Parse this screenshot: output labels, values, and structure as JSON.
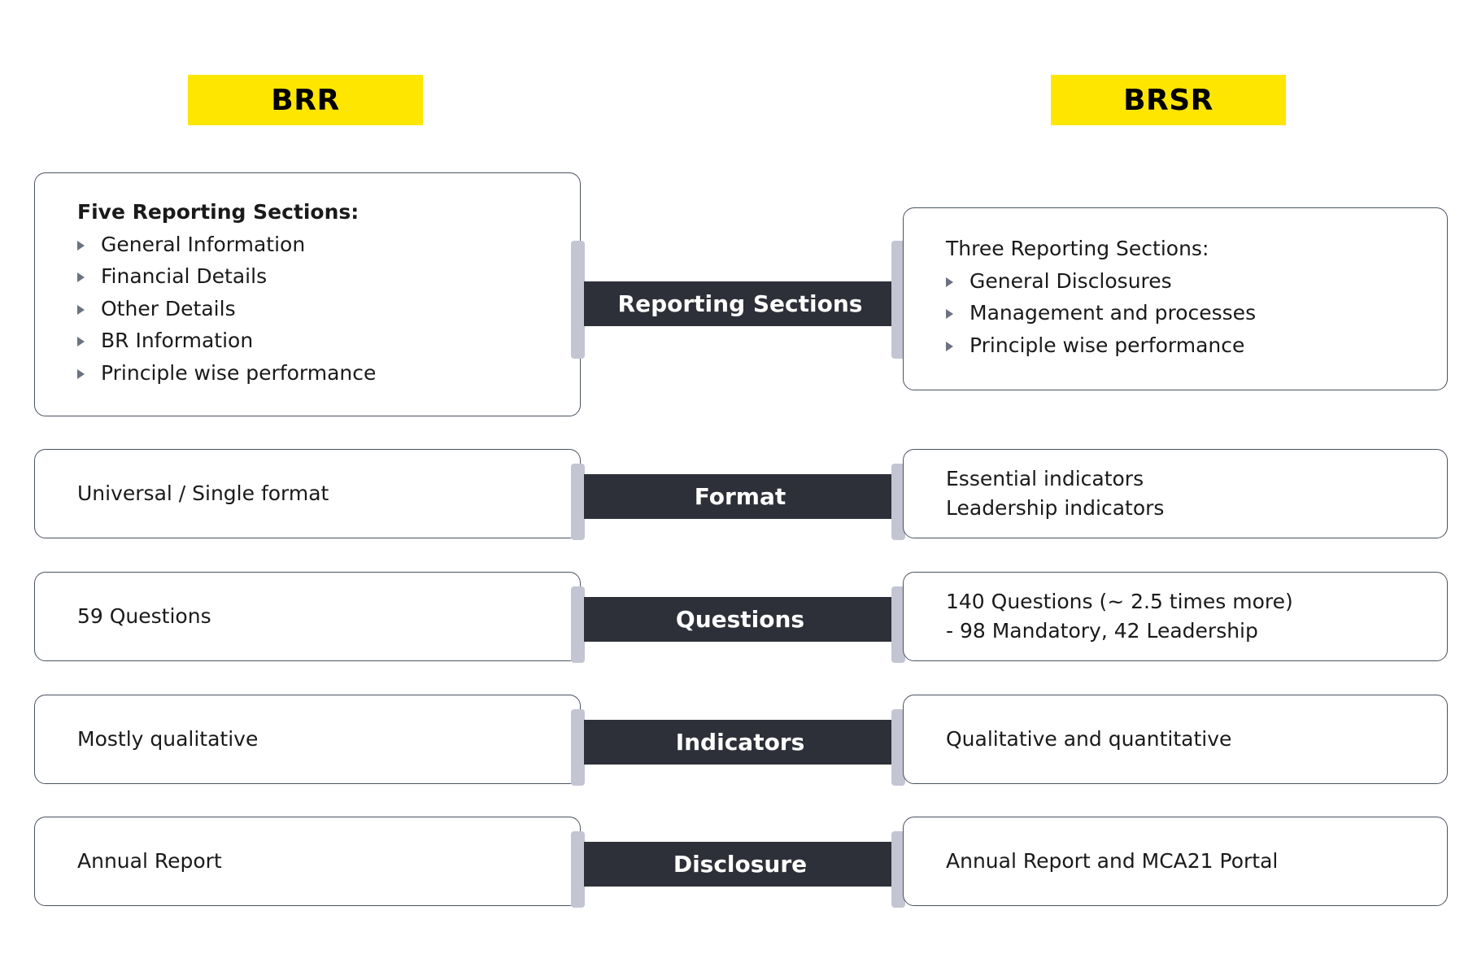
{
  "header": {
    "left_badge": "BRR",
    "right_badge": "BRSR",
    "badge_color": "#ffe600",
    "badge_text_color": "#000000"
  },
  "theme": {
    "label_bar_color": "#2e3039",
    "label_text_color": "#ffffff",
    "box_border_color": "#4a5360",
    "connector_color": "#c3c5d3",
    "bullet_color": "#6b7280",
    "body_text_color": "#1a1a1a"
  },
  "rows": [
    {
      "label": "Reporting Sections",
      "left": {
        "title": "Five Reporting Sections:",
        "title_bold": true,
        "bullets": [
          "General Information",
          "Financial Details",
          "Other Details",
          "BR Information",
          "Principle wise performance"
        ]
      },
      "right": {
        "title": "Three Reporting Sections:",
        "title_bold": false,
        "bullets": [
          "General Disclosures",
          "Management and processes",
          "Principle wise performance"
        ]
      }
    },
    {
      "label": "Format",
      "left": {
        "lines": [
          "Universal / Single format"
        ]
      },
      "right": {
        "lines": [
          "Essential indicators",
          "Leadership indicators"
        ]
      }
    },
    {
      "label": "Questions",
      "left": {
        "lines": [
          "59 Questions"
        ]
      },
      "right": {
        "lines": [
          "140 Questions (~ 2.5 times more)",
          "- 98 Mandatory, 42 Leadership"
        ]
      }
    },
    {
      "label": "Indicators",
      "left": {
        "lines": [
          "Mostly qualitative"
        ]
      },
      "right": {
        "lines": [
          "Qualitative and quantitative"
        ]
      }
    },
    {
      "label": "Disclosure",
      "left": {
        "lines": [
          "Annual Report"
        ]
      },
      "right": {
        "lines": [
          "Annual Report and MCA21 Portal"
        ]
      }
    }
  ]
}
